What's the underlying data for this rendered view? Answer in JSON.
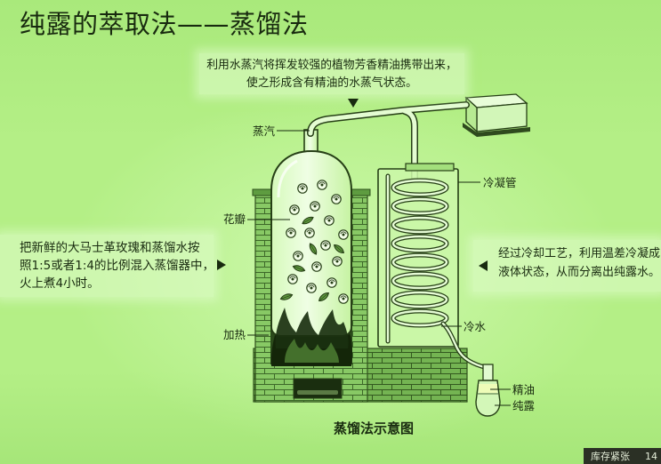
{
  "title": "纯露的萃取法——蒸馏法",
  "top_callout": {
    "lines": [
      "利用水蒸汽将挥发较强的植物芳香精油携带出来，",
      "使之形成含有精油的水蒸气状态。"
    ],
    "pointer_icon": "triangle-down-icon"
  },
  "left_callout": {
    "lines": [
      "把新鲜的大马士革玫瑰和蒸馏水按",
      "照1:5或者1:4的比例混入蒸馏器中，",
      "火上煮4小时。"
    ],
    "pointer_icon": "triangle-right-icon"
  },
  "right_callout": {
    "lines": [
      "经过冷却工艺，利用温差冷凝成",
      "液体状态，从而分离出纯露水。"
    ],
    "pointer_icon": "triangle-left-icon"
  },
  "diagram": {
    "labels": {
      "steam": "蒸汽",
      "petals": "花瓣",
      "heating": "加热",
      "condenser": "冷凝管",
      "cold_water": "冷水",
      "essential_oil": "精油",
      "hydrosol": "纯露"
    },
    "caption": "蒸馏法示意图"
  },
  "footer": {
    "label": "库存紧张",
    "page_number": "14"
  },
  "colors": {
    "background": "#b4ef86",
    "text": "#182a0f",
    "callout_background": "#dcfcc4",
    "footer_background": "#2b3025",
    "footer_text": "#e4edd8"
  }
}
